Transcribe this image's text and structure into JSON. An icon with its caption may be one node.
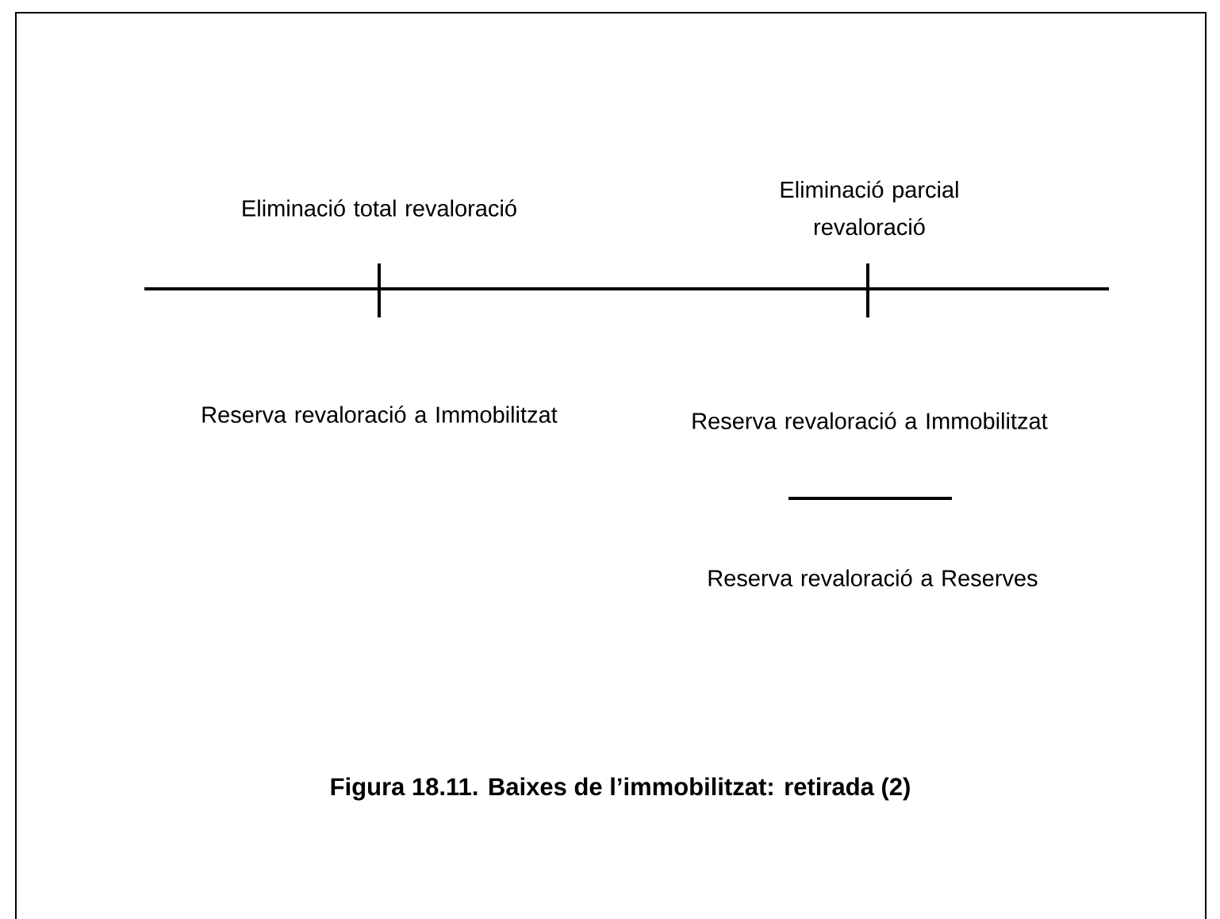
{
  "diagram": {
    "caption": "Figura 18.11. Baixes de l’immobilitzat: retirada (2)",
    "labels": [
      "Eliminació total revaloració",
      "Eliminació parcial revaloració",
      "Reserva revaloració a Immobilitzat",
      "Reserva revaloració a Immobilitzat",
      "Reserva revaloració a Reserves"
    ]
  }
}
